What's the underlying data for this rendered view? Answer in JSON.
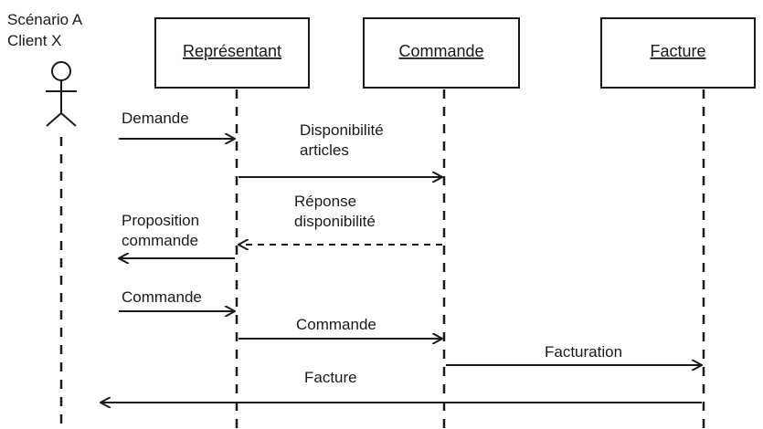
{
  "scenario": {
    "line1": "Scénario A",
    "line2": "Client X"
  },
  "participants": [
    {
      "id": "representant",
      "label": "Représentant"
    },
    {
      "id": "commande",
      "label": "Commande"
    },
    {
      "id": "facture",
      "label": "Facture"
    }
  ],
  "messages": [
    {
      "id": "m1",
      "from": "client",
      "to": "representant",
      "style": "solid",
      "label_lines": [
        "Demande"
      ]
    },
    {
      "id": "m2",
      "from": "representant",
      "to": "commande",
      "style": "solid",
      "label_lines": [
        "Disponibilité",
        "articles"
      ]
    },
    {
      "id": "m3",
      "from": "commande",
      "to": "representant",
      "style": "dashed",
      "label_lines": [
        "Réponse",
        "disponibilité"
      ]
    },
    {
      "id": "m4",
      "from": "representant",
      "to": "client",
      "style": "solid",
      "label_lines": [
        "Proposition",
        "commande"
      ]
    },
    {
      "id": "m5",
      "from": "client",
      "to": "representant",
      "style": "solid",
      "label_lines": [
        "Commande"
      ]
    },
    {
      "id": "m6",
      "from": "representant",
      "to": "commande",
      "style": "solid",
      "label_lines": [
        "Commande"
      ]
    },
    {
      "id": "m7",
      "from": "commande",
      "to": "facture",
      "style": "solid",
      "label_lines": [
        "Facturation"
      ]
    },
    {
      "id": "m8",
      "from": "facture",
      "to": "client",
      "style": "solid",
      "label_lines": [
        "Facture"
      ]
    }
  ]
}
